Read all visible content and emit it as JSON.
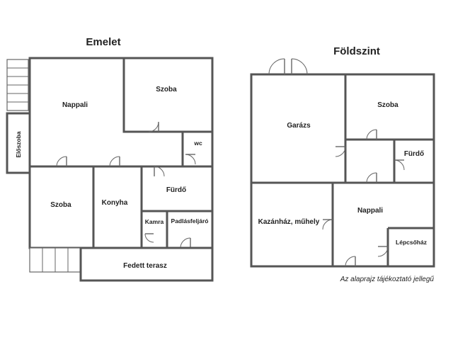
{
  "upper_floor": {
    "title": "Emelet",
    "rooms": {
      "nappali": "Nappali",
      "szoba_top": "Szoba",
      "wc": "wc",
      "eloszoba": "Előszoba",
      "szoba_bottom": "Szoba",
      "konyha": "Konyha",
      "furdo": "Fürdő",
      "kamra": "Kamra",
      "padlasfeljaro": "Padlásfeljáró",
      "fedett_terasz": "Fedett terasz"
    }
  },
  "ground_floor": {
    "title": "Földszint",
    "rooms": {
      "garazs": "Garázs",
      "szoba": "Szoba",
      "furdo": "Fürdő",
      "kazanhaz": "Kazánház, műhely",
      "nappali": "Nappali",
      "lepcsohaz": "Lépcsőház"
    }
  },
  "disclaimer": "Az alaprajz tájékoztató jellegű"
}
